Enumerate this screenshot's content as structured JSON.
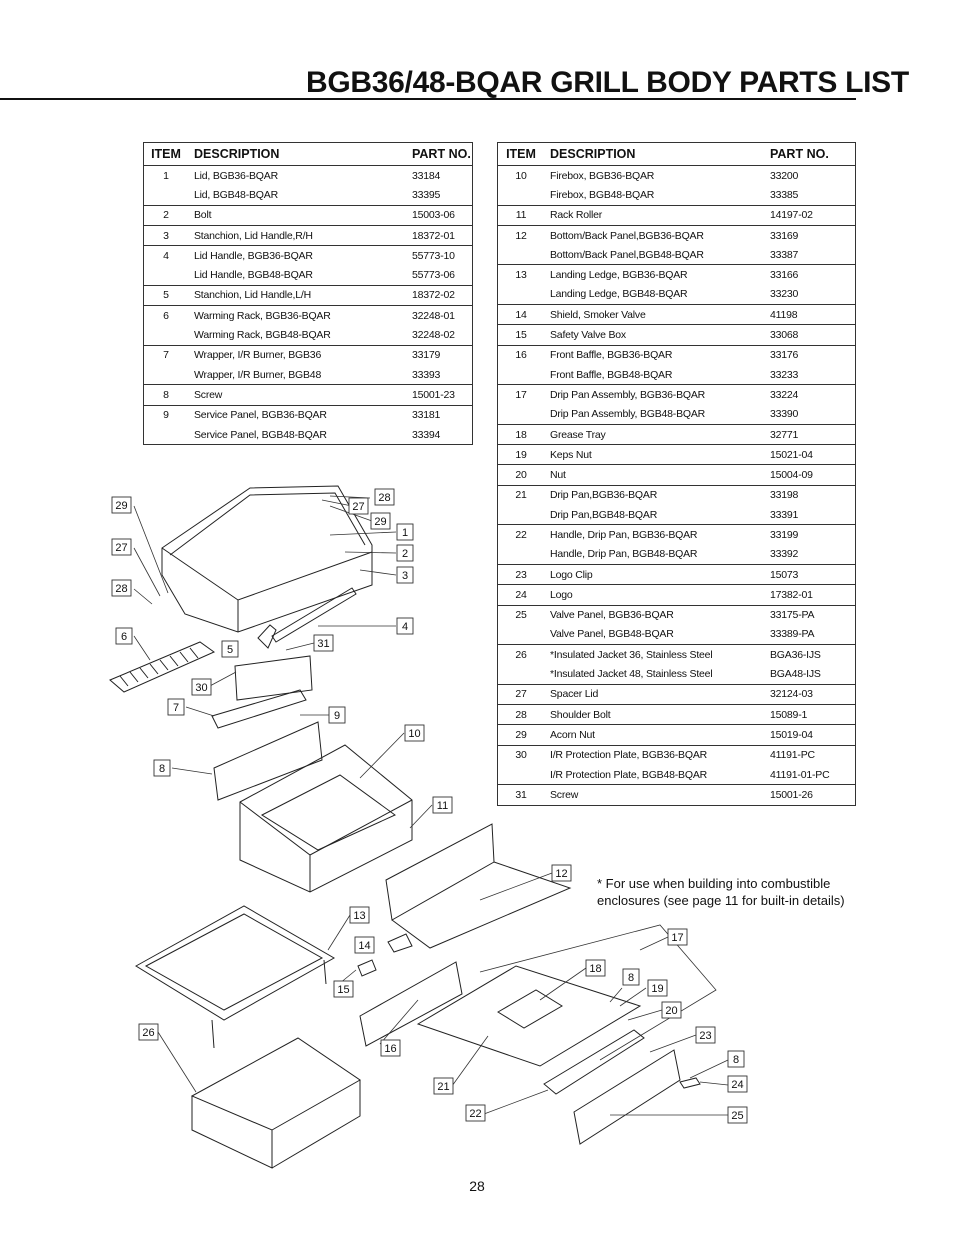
{
  "title": "BGB36/48-BQAR GRILL BODY PARTS LIST",
  "columns": {
    "item": "ITEM",
    "description": "DESCRIPTION",
    "part_no": "PART NO."
  },
  "left_table": [
    {
      "item": "1",
      "desc": "Lid, BGB36-BQAR",
      "part": "33184"
    },
    {
      "item": "",
      "desc": "Lid, BGB48-BQAR",
      "part": "33395"
    },
    {
      "item": "2",
      "desc": "Bolt",
      "part": "15003-06"
    },
    {
      "item": "3",
      "desc": "Stanchion, Lid Handle,R/H",
      "part": "18372-01"
    },
    {
      "item": "4",
      "desc": "Lid Handle, BGB36-BQAR",
      "part": "55773-10"
    },
    {
      "item": "",
      "desc": "Lid Handle, BGB48-BQAR",
      "part": "55773-06"
    },
    {
      "item": "5",
      "desc": "Stanchion, Lid Handle,L/H",
      "part": "18372-02"
    },
    {
      "item": "6",
      "desc": "Warming Rack, BGB36-BQAR",
      "part": "32248-01"
    },
    {
      "item": "",
      "desc": "Warming Rack, BGB48-BQAR",
      "part": "32248-02"
    },
    {
      "item": "7",
      "desc": "Wrapper, I/R Burner, BGB36",
      "part": "33179"
    },
    {
      "item": "",
      "desc": "Wrapper, I/R Burner, BGB48",
      "part": "33393"
    },
    {
      "item": "8",
      "desc": "Screw",
      "part": "15001-23"
    },
    {
      "item": "9",
      "desc": "Service Panel, BGB36-BQAR",
      "part": "33181"
    },
    {
      "item": "",
      "desc": "Service Panel, BGB48-BQAR",
      "part": "33394"
    }
  ],
  "right_table": [
    {
      "item": "10",
      "desc": "Firebox, BGB36-BQAR",
      "part": "33200"
    },
    {
      "item": "",
      "desc": "Firebox, BGB48-BQAR",
      "part": "33385"
    },
    {
      "item": "11",
      "desc": "Rack Roller",
      "part": "14197-02"
    },
    {
      "item": "12",
      "desc": "Bottom/Back Panel,BGB36-BQAR",
      "part": "33169"
    },
    {
      "item": "",
      "desc": "Bottom/Back Panel,BGB48-BQAR",
      "part": "33387"
    },
    {
      "item": "13",
      "desc": "Landing Ledge, BGB36-BQAR",
      "part": "33166"
    },
    {
      "item": "",
      "desc": "Landing Ledge, BGB48-BQAR",
      "part": "33230"
    },
    {
      "item": "14",
      "desc": "Shield, Smoker Valve",
      "part": "41198"
    },
    {
      "item": "15",
      "desc": "Safety Valve Box",
      "part": "33068"
    },
    {
      "item": "16",
      "desc": "Front Baffle, BGB36-BQAR",
      "part": "33176"
    },
    {
      "item": "",
      "desc": "Front Baffle, BGB48-BQAR",
      "part": "33233"
    },
    {
      "item": "17",
      "desc": "Drip Pan Assembly, BGB36-BQAR",
      "part": "33224"
    },
    {
      "item": "",
      "desc": "Drip Pan Assembly, BGB48-BQAR",
      "part": "33390"
    },
    {
      "item": "18",
      "desc": "Grease Tray",
      "part": "32771"
    },
    {
      "item": "19",
      "desc": "Keps Nut",
      "part": "15021-04"
    },
    {
      "item": "20",
      "desc": "Nut",
      "part": "15004-09"
    },
    {
      "item": "21",
      "desc": "Drip Pan,BGB36-BQAR",
      "part": "33198"
    },
    {
      "item": "",
      "desc": "Drip Pan,BGB48-BQAR",
      "part": "33391"
    },
    {
      "item": "22",
      "desc": "Handle, Drip Pan, BGB36-BQAR",
      "part": "33199"
    },
    {
      "item": "",
      "desc": "Handle, Drip Pan, BGB48-BQAR",
      "part": "33392"
    },
    {
      "item": "23",
      "desc": "Logo Clip",
      "part": "15073"
    },
    {
      "item": "24",
      "desc": "Logo",
      "part": "17382-01"
    },
    {
      "item": "25",
      "desc": "Valve Panel, BGB36-BQAR",
      "part": "33175-PA"
    },
    {
      "item": "",
      "desc": "Valve Panel, BGB48-BQAR",
      "part": "33389-PA"
    },
    {
      "item": "26",
      "desc": "*Insulated Jacket 36, Stainless Steel",
      "part": "BGA36-IJS"
    },
    {
      "item": "",
      "desc": "*Insulated Jacket 48, Stainless Steel",
      "part": "BGA48-IJS"
    },
    {
      "item": "27",
      "desc": "Spacer Lid",
      "part": "32124-03"
    },
    {
      "item": "28",
      "desc": "Shoulder Bolt",
      "part": "15089-1"
    },
    {
      "item": "29",
      "desc": "Acorn Nut",
      "part": "15019-04"
    },
    {
      "item": "30",
      "desc": "I/R Protection Plate, BGB36-BQAR",
      "part": "41191-PC"
    },
    {
      "item": "",
      "desc": "I/R Protection Plate, BGB48-BQAR",
      "part": "41191-01-PC"
    },
    {
      "item": "31",
      "desc": "Screw",
      "part": "15001-26"
    }
  ],
  "note": "* For use when building into combustible enclosures (see page 11 for built-in details)",
  "callouts": [
    "29",
    "27",
    "28",
    "6",
    "30",
    "7",
    "8",
    "28",
    "27",
    "29",
    "1",
    "2",
    "3",
    "4",
    "31",
    "5",
    "9",
    "10",
    "11",
    "12",
    "13",
    "14",
    "15",
    "26",
    "16",
    "17",
    "18",
    "8",
    "19",
    "20",
    "21",
    "22",
    "23",
    "8",
    "24",
    "25"
  ],
  "page_number": "28"
}
